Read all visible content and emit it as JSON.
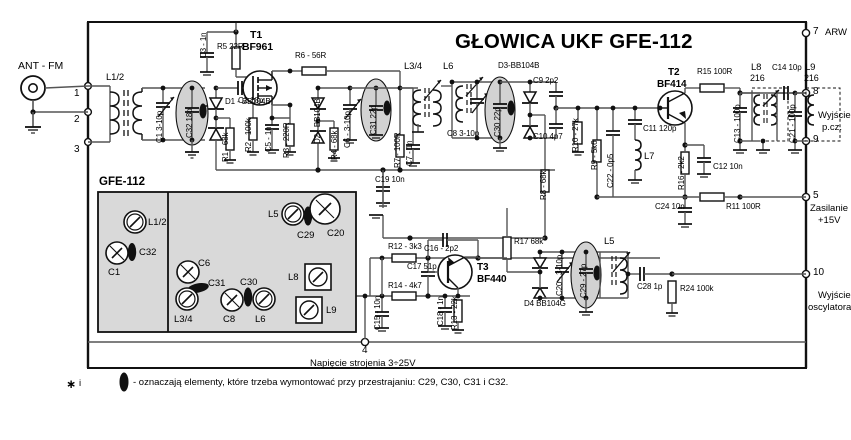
{
  "document": {
    "title": "GŁOWICA UKF GFE-112",
    "inset_title": "GFE-112",
    "antenna_label": "ANT - FM",
    "tuning_note_pin": "4",
    "tuning_note_text": "Napięcie strojenia 3÷25V",
    "footnote": "- oznaczają elementy, które trzeba wymontować przy przestrajaniu: C29, C30, C31 i C32.",
    "footnote_prefix": "i",
    "footnote_star": "∗"
  },
  "terminals": {
    "left": [
      {
        "num": "1"
      },
      {
        "num": "2"
      },
      {
        "num": "3"
      }
    ],
    "right": [
      {
        "num": "7",
        "desc": "ARW",
        "desc2": ""
      },
      {
        "num": "8",
        "desc": "Wyjście",
        "desc2": "p.cz."
      },
      {
        "num": "9",
        "desc": "",
        "desc2": ""
      },
      {
        "num": "5",
        "desc": "Zasilanie",
        "desc2": "+15V"
      },
      {
        "num": "10",
        "desc": "Wyjście",
        "desc2": "oscylatora"
      }
    ],
    "bottom": [
      {
        "num": "4"
      }
    ]
  },
  "components": {
    "transistors": [
      {
        "ref": "T1",
        "type": "BF961"
      },
      {
        "ref": "T2",
        "type": "BF414"
      },
      {
        "ref": "T3",
        "type": "BF440"
      }
    ],
    "diodes": [
      {
        "ref": "D1",
        "type": "BB104B",
        "label": "D1 - BB104B"
      },
      {
        "ref": "D2",
        "type": "BB104B",
        "label": "D2 - BB104B"
      },
      {
        "ref": "D3",
        "type": "BB104B",
        "label": "D3-BB104B"
      },
      {
        "ref": "D4",
        "type": "BB104G",
        "label": "D4 BB104G"
      }
    ],
    "resistors": [
      {
        "ref": "R1",
        "value": "68k",
        "label": "R1 - 68k"
      },
      {
        "ref": "R2",
        "value": "100k",
        "label": "R2 - 100k"
      },
      {
        "ref": "R3",
        "value": "220R",
        "label": "R3 - 220R"
      },
      {
        "ref": "R4",
        "value": "68k",
        "label": "R4 - 68k"
      },
      {
        "ref": "R5",
        "value": "22R",
        "label": "R5 22R"
      },
      {
        "ref": "R6",
        "value": "56R",
        "label": "R6 - 56R"
      },
      {
        "ref": "R7",
        "value": "100R",
        "label": "R7 - 100R"
      },
      {
        "ref": "R8",
        "value": "68k",
        "label": "R8 - 68k"
      },
      {
        "ref": "R9",
        "value": "5k6",
        "label": "R9 - 5k6"
      },
      {
        "ref": "R10",
        "value": "27k",
        "label": "R10 - 27k"
      },
      {
        "ref": "R11",
        "value": "100R",
        "label": "R11 100R"
      },
      {
        "ref": "R12",
        "value": "3k3",
        "label": "R12 - 3k3"
      },
      {
        "ref": "R13",
        "value": "22k",
        "label": "R13 - 22k"
      },
      {
        "ref": "R14",
        "value": "4k7",
        "label": "R14 - 4k7"
      },
      {
        "ref": "R15",
        "value": "100R",
        "label": "R15 100R"
      },
      {
        "ref": "R16",
        "value": "2k2",
        "label": "R16 - 2k2"
      },
      {
        "ref": "R17",
        "value": "68k",
        "label": "R17 68k"
      },
      {
        "ref": "R24",
        "value": "100k",
        "label": "R24 100k"
      }
    ],
    "capacitors": [
      {
        "ref": "C1",
        "value": "3-10p",
        "label": "C1  3-10p"
      },
      {
        "ref": "C2",
        "value": "18p",
        "label": "C2 18p"
      },
      {
        "ref": "C3",
        "value": "1n",
        "label": "C3 - 1n"
      },
      {
        "ref": "C5",
        "value": "1n",
        "label": "C5 - 1n"
      },
      {
        "ref": "C6",
        "value": "3-10p",
        "label": "C6 - 3-10p"
      },
      {
        "ref": "C7",
        "value": "1n",
        "label": "C7 - 1n"
      },
      {
        "ref": "C8",
        "value": "3-10p",
        "label": "C8 3-10p"
      },
      {
        "ref": "C9",
        "value": "2p2",
        "label": "C9 2p2"
      },
      {
        "ref": "C10",
        "value": "4p7",
        "label": "C10 4p7"
      },
      {
        "ref": "C11",
        "value": "120p",
        "label": "C11 120p"
      },
      {
        "ref": "C12",
        "value": "10n",
        "label": "C12 10n"
      },
      {
        "ref": "C13",
        "value": "100p",
        "label": "C13 - 100p"
      },
      {
        "ref": "C14",
        "value": "10p",
        "label": "C14 10p"
      },
      {
        "ref": "C15",
        "value": "10n",
        "label": "C15 - 10n"
      },
      {
        "ref": "C16",
        "value": "2p2",
        "label": "C16 - 2p2"
      },
      {
        "ref": "C17",
        "value": "51p",
        "label": "C17 51p"
      },
      {
        "ref": "C18",
        "value": "1n",
        "label": "C18 - 1n"
      },
      {
        "ref": "C19",
        "value": "10n",
        "label": "C19 10n"
      },
      {
        "ref": "C20",
        "value": "3-10p",
        "label": "C20 - 3-10p"
      },
      {
        "ref": "C21",
        "value": "100p",
        "label": "C21 - 100p"
      },
      {
        "ref": "C22",
        "value": "0p5",
        "label": "C22 - 0p5"
      },
      {
        "ref": "C24",
        "value": "10n",
        "label": "C24 10n"
      },
      {
        "ref": "C28",
        "value": "1p",
        "label": "C28 1p"
      },
      {
        "ref": "C29",
        "value": "27p",
        "label": "C29 - 27p"
      },
      {
        "ref": "C30",
        "value": "22p",
        "label": "C30  22p"
      },
      {
        "ref": "C31",
        "value": "22p",
        "label": "C31  22p"
      },
      {
        "ref": "C32",
        "value": "18p",
        "label": "C32  18p"
      }
    ],
    "coils": [
      {
        "ref": "L1/2",
        "label": "L1/2",
        "note": ""
      },
      {
        "ref": "L3/4",
        "label": "L3/4",
        "note": ""
      },
      {
        "ref": "L5",
        "label": "L5",
        "note": ""
      },
      {
        "ref": "L6",
        "label": "L6",
        "note": ""
      },
      {
        "ref": "L7",
        "label": "L7",
        "note": ""
      },
      {
        "ref": "L8",
        "label": "L8",
        "note": "216"
      },
      {
        "ref": "L9",
        "label": "L9",
        "note": "216"
      }
    ]
  },
  "inset": {
    "title": "GFE-112",
    "left_pane": [
      {
        "label": "L1/2",
        "kind": "coil"
      },
      {
        "label": "C1",
        "kind": "trimmer"
      },
      {
        "label": "C32",
        "kind": "removable"
      }
    ],
    "right_pane": [
      {
        "label": "C6",
        "kind": "trimmer"
      },
      {
        "label": "C31",
        "kind": "removable"
      },
      {
        "label": "L3/4",
        "kind": "coil"
      },
      {
        "label": "C8",
        "kind": "trimmer"
      },
      {
        "label": "C30",
        "kind": "removable"
      },
      {
        "label": "L6",
        "kind": "coil"
      },
      {
        "label": "L5",
        "kind": "coil"
      },
      {
        "label": "C29",
        "kind": "removable"
      },
      {
        "label": "C20",
        "kind": "trimmer"
      },
      {
        "label": "L8",
        "kind": "can"
      },
      {
        "label": "L9",
        "kind": "can"
      }
    ]
  },
  "colors": {
    "line": "#1a1a1a",
    "wire": "#555555",
    "inset_fill": "#d9d9d9",
    "highlight_fill": "#d2d2d2",
    "background": "#ffffff"
  }
}
